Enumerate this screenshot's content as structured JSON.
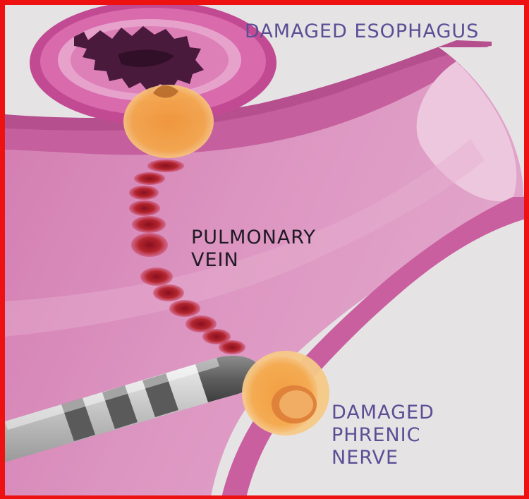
{
  "labels": {
    "esophagus": "DAMAGED ESOPHAGUS",
    "vein_line1": "PULMONARY",
    "vein_line2": "VEIN",
    "nerve_line1": "DAMAGED",
    "nerve_line2": "PHRENIC",
    "nerve_line3": "NERVE"
  },
  "colors": {
    "frame_border": "#ee1111",
    "background": "#e6e3e5",
    "vein_wall": "#c35c99",
    "vein_inner": "#d98dbb",
    "lesion": "#a01828",
    "damage_zone": "#f29a3a",
    "esophagus_label": "#5b4e95",
    "vein_label": "#1f1a24",
    "nerve_label": "#5b4e95"
  },
  "icons": {
    "catheter": "ablation-catheter-icon",
    "esophagus": "esophagus-cross-section-icon",
    "nerve": "phrenic-nerve-cross-section-icon"
  }
}
